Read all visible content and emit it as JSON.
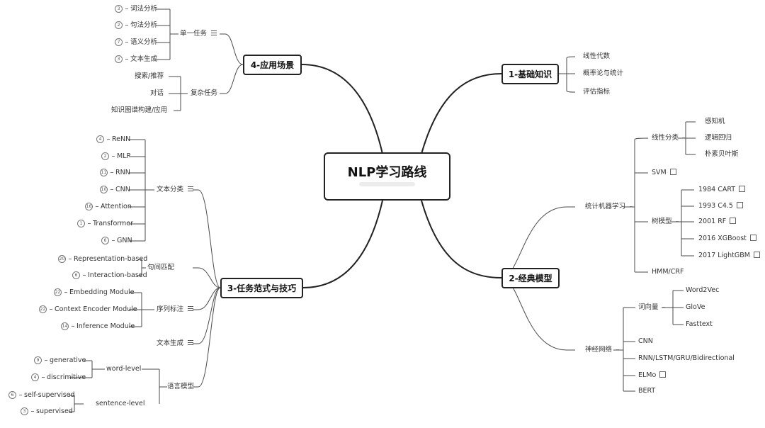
{
  "center": {
    "title": "NLP学习路线"
  },
  "branch1": {
    "title": "1-基础知识",
    "items": [
      "线性代数",
      "概率论与统计",
      "评估指标"
    ]
  },
  "branch2": {
    "title": "2-经典模型",
    "ml": {
      "label": "统计机器学习",
      "linear": {
        "label": "线性分类",
        "items": [
          "感知机",
          "逻辑回归",
          "朴素贝叶斯"
        ]
      },
      "svm": "SVM",
      "tree": {
        "label": "树模型",
        "items": [
          "1984 CART",
          "1993 C4.5",
          "2001 RF",
          "2016 XGBoost",
          "2017 LightGBM"
        ]
      },
      "hmm": "HMM/CRF"
    },
    "nn": {
      "label": "神经网络",
      "wv": {
        "label": "词向量",
        "items": [
          "Word2Vec",
          "GloVe",
          "Fasttext"
        ]
      },
      "items": [
        "CNN",
        "RNN/LSTM/GRU/Bidirectional",
        "ELMo",
        "BERT"
      ]
    }
  },
  "branch3": {
    "title": "3-任务范式与技巧",
    "cls": {
      "label": "文本分类",
      "items": [
        {
          "n": "4",
          "t": "ReNN"
        },
        {
          "n": "2",
          "t": "MLP"
        },
        {
          "n": "11",
          "t": "RNN"
        },
        {
          "n": "10",
          "t": "CNN"
        },
        {
          "n": "16",
          "t": "Attention"
        },
        {
          "n": "1",
          "t": "Transformer"
        },
        {
          "n": "6",
          "t": "GNN"
        }
      ]
    },
    "match": {
      "label": "句间匹配",
      "items": [
        {
          "n": "20",
          "t": "Representation-based"
        },
        {
          "n": "6",
          "t": "Interaction-based"
        }
      ]
    },
    "seq": {
      "label": "序列标注",
      "items": [
        {
          "n": "22",
          "t": "Embedding Module"
        },
        {
          "n": "22",
          "t": "Context Encoder Module"
        },
        {
          "n": "14",
          "t": "Inference Module"
        }
      ]
    },
    "gen": {
      "label": "文本生成"
    },
    "lm": {
      "label": "语言模型",
      "word": {
        "label": "word-level",
        "items": [
          {
            "n": "9",
            "t": "generative"
          },
          {
            "n": "4",
            "t": "discrimitive"
          }
        ]
      },
      "sent": {
        "label": "sentence-level",
        "items": [
          {
            "n": "6",
            "t": "self-supervised"
          },
          {
            "n": "3",
            "t": "supervised"
          }
        ]
      }
    }
  },
  "branch4": {
    "title": "4-应用场景",
    "single": {
      "label": "单一任务",
      "items": [
        {
          "n": "3",
          "t": "词法分析"
        },
        {
          "n": "2",
          "t": "句法分析"
        },
        {
          "n": "7",
          "t": "语义分析"
        },
        {
          "n": "3",
          "t": "文本生成"
        }
      ]
    },
    "complex": {
      "label": "复杂任务",
      "items": [
        "搜索/推荐",
        "对话",
        "知识图谱构建/应用"
      ]
    }
  }
}
